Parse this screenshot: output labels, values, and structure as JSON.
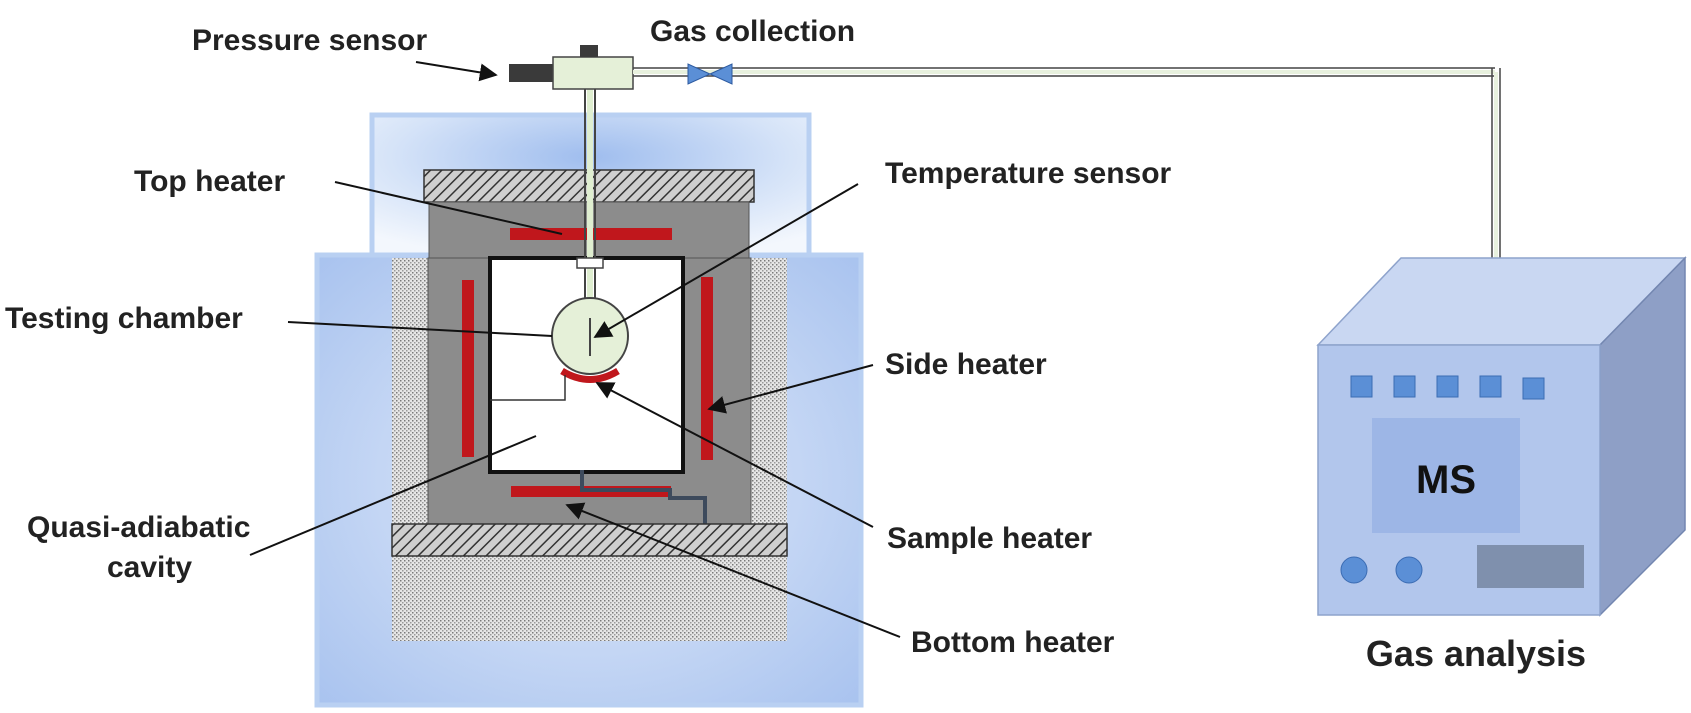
{
  "labels": {
    "pressure_sensor": "Pressure sensor",
    "gas_collection": "Gas collection",
    "top_heater": "Top heater",
    "temperature_sensor": "Temperature sensor",
    "testing_chamber": "Testing chamber",
    "side_heater": "Side heater",
    "quasi_adiabatic_line1": "Quasi-adiabatic",
    "quasi_adiabatic_line2": "cavity",
    "sample_heater": "Sample heater",
    "bottom_heater": "Bottom heater",
    "gas_analysis": "Gas analysis",
    "ms": "MS"
  },
  "colors": {
    "heater": "#c0171c",
    "insulation_block": "#8c8c8c",
    "enclosure_glow": "#a9c3ef",
    "enclosure_border": "#b9d0f2",
    "ms_front": "#b2c6ec",
    "ms_top": "#c9d7f2",
    "ms_side": "#8e9fc6",
    "ms_screen": "#9db6e6",
    "ms_button": "#5b8fd6",
    "ms_display": "#7f90ad",
    "chamber_fill": "#e5f0d8",
    "line": "#111111"
  }
}
